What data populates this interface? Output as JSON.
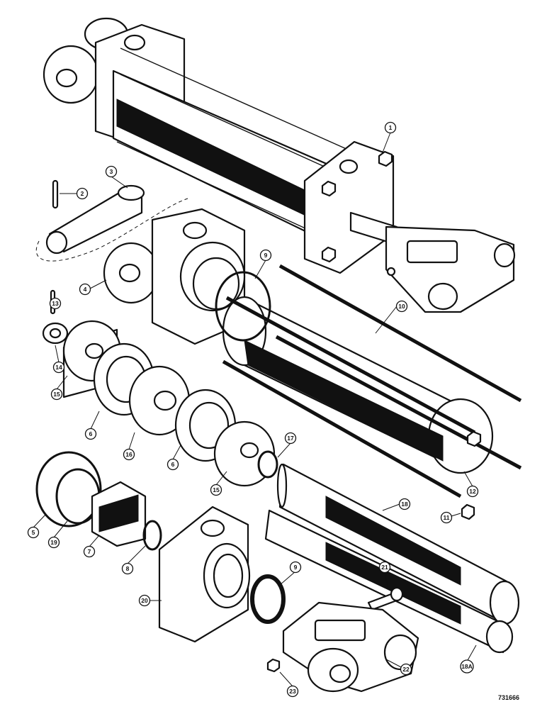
{
  "figure_id": "731666",
  "callouts": [
    {
      "id": "c1",
      "label": "1"
    },
    {
      "id": "c2",
      "label": "2"
    },
    {
      "id": "c3",
      "label": "3"
    },
    {
      "id": "c4",
      "label": "4"
    },
    {
      "id": "c5",
      "label": "5"
    },
    {
      "id": "c6a",
      "label": "6"
    },
    {
      "id": "c6b",
      "label": "6"
    },
    {
      "id": "c7",
      "label": "7"
    },
    {
      "id": "c8",
      "label": "8"
    },
    {
      "id": "c9a",
      "label": "9"
    },
    {
      "id": "c9b",
      "label": "9"
    },
    {
      "id": "c10",
      "label": "10"
    },
    {
      "id": "c11",
      "label": "11"
    },
    {
      "id": "c12",
      "label": "12"
    },
    {
      "id": "c13",
      "label": "13"
    },
    {
      "id": "c14",
      "label": "14"
    },
    {
      "id": "c15a",
      "label": "15"
    },
    {
      "id": "c15b",
      "label": "15"
    },
    {
      "id": "c16",
      "label": "16"
    },
    {
      "id": "c17",
      "label": "17"
    },
    {
      "id": "c18",
      "label": "18"
    },
    {
      "id": "c18a",
      "label": "18A"
    },
    {
      "id": "c19",
      "label": "19"
    },
    {
      "id": "c20",
      "label": "20"
    },
    {
      "id": "c21",
      "label": "21"
    },
    {
      "id": "c22",
      "label": "22"
    },
    {
      "id": "c23",
      "label": "23"
    }
  ]
}
